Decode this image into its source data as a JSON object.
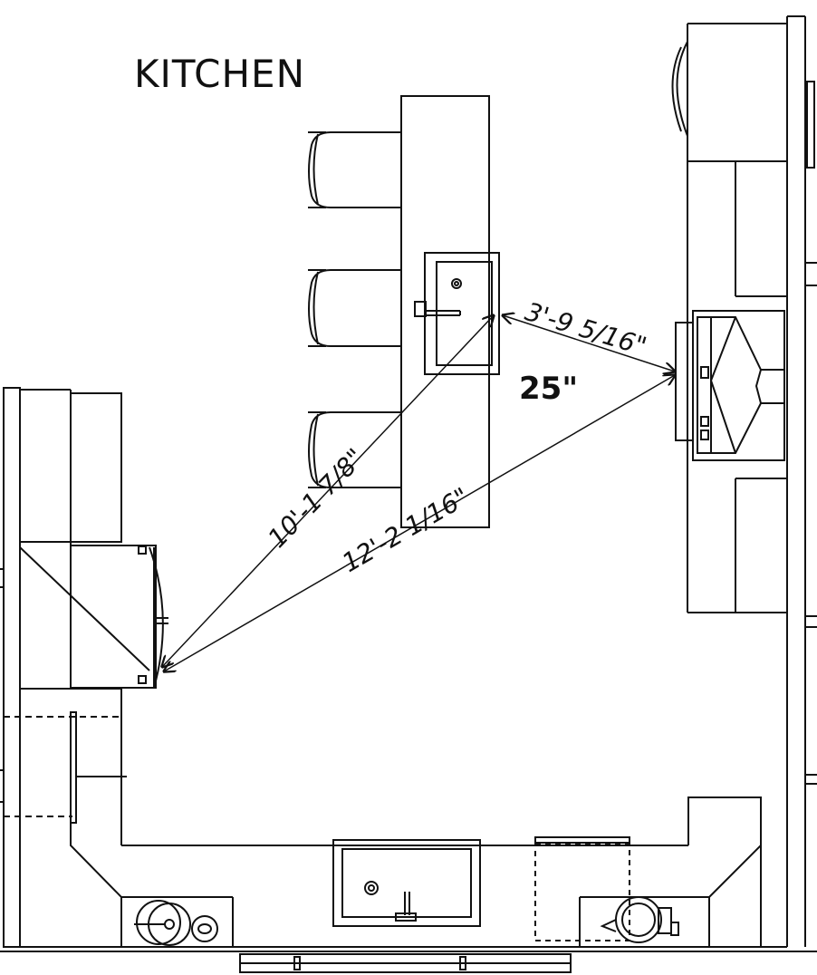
{
  "title": "KITCHEN",
  "dimensions": {
    "sink_to_range": "3'-9 5/16\"",
    "range_gap": "25\"",
    "fridge_to_sink": "10'-1 7/8\"",
    "fridge_to_range": "12'-2 1/16\""
  },
  "colors": {
    "line": "#111111",
    "background": "#ffffff"
  }
}
